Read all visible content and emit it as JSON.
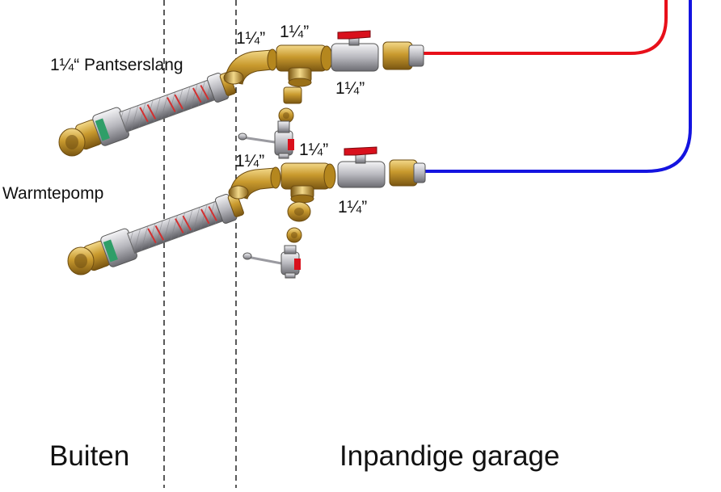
{
  "labels": {
    "pantserslang": "1¼“ Pantserslang",
    "warmtepomp": "Warmtepomp",
    "buiten": "Buiten",
    "inpandige_garage": "Inpandige garage",
    "size_1": "1¼”",
    "size_2": "1¼”",
    "size_3": "1¼”",
    "size_4": "1¼”",
    "size_5": "1¼”",
    "size_6": "1¼”"
  },
  "colors": {
    "supply_pipe": "#e8101a",
    "return_pipe": "#1414e0",
    "valve_handle": "#d9101c",
    "brass": "#c99a2e",
    "chrome": "#c8c8cc",
    "boundary_line": "#000000"
  },
  "lines": {
    "top": "supply",
    "bottom": "return"
  },
  "icons": [
    "flex-hose-icon",
    "brass-elbow-icon",
    "brass-tee-icon",
    "ball-valve-icon",
    "pipe-adapter-icon",
    "drain-valve-icon",
    "hex-nut-icon",
    "reducer-icon"
  ]
}
